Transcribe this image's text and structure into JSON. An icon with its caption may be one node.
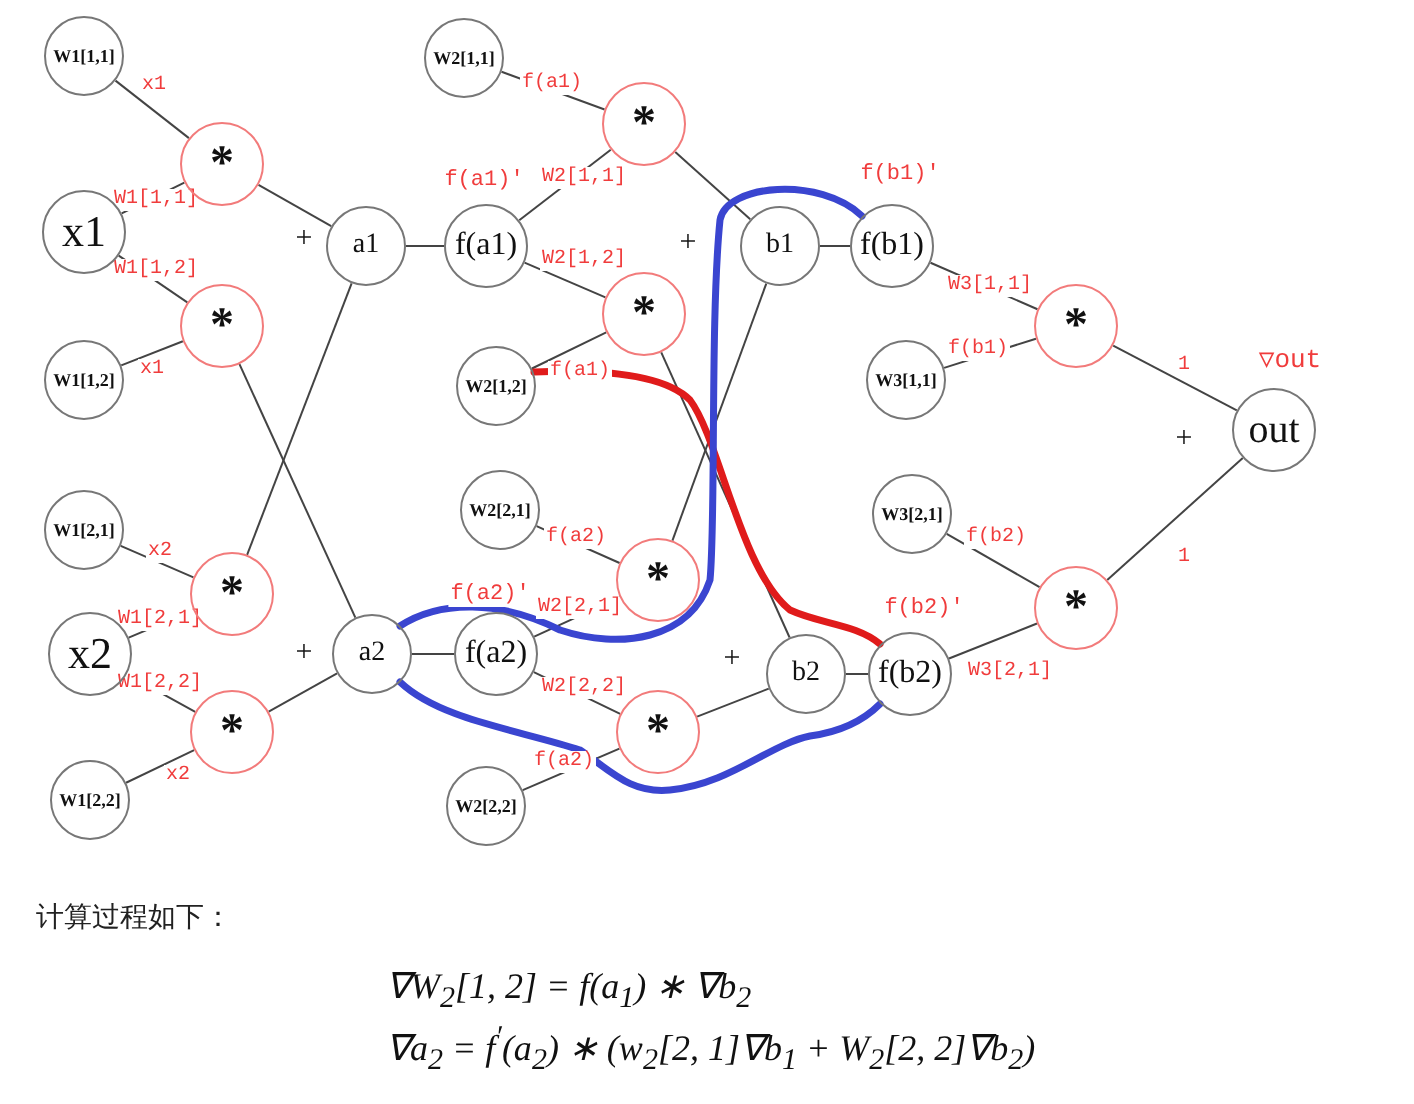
{
  "diagram": {
    "nodes": [
      {
        "text": [
          "W1[1,1]"
        ]
      },
      {
        "text": [
          "x1"
        ]
      },
      {
        "text": [
          "W1[1,2]"
        ]
      },
      {
        "text": [
          "W1[2,1]"
        ]
      },
      {
        "text": [
          "x2"
        ]
      },
      {
        "text": [
          "W1[2,2]"
        ]
      },
      {
        "text": [
          "*"
        ]
      },
      {
        "text": [
          "*"
        ]
      },
      {
        "text": [
          "*"
        ]
      },
      {
        "text": [
          "*"
        ]
      },
      {
        "text": [
          "a1"
        ]
      },
      {
        "text": [
          "a2"
        ]
      },
      {
        "text": [
          "W2[1,1]"
        ]
      },
      {
        "text": [
          "f(a1)"
        ],
        "beside": [
          "f(a1)'"
        ]
      },
      {
        "text": [
          "W2[1,2]"
        ]
      },
      {
        "text": [
          "W2[2,1]"
        ]
      },
      {
        "text": [
          "f(a2)"
        ],
        "beside": [
          "f(a2)'"
        ]
      },
      {
        "text": [
          "W2[2,2]"
        ]
      },
      {
        "text": [
          "*"
        ]
      },
      {
        "text": [
          "*"
        ]
      },
      {
        "text": [
          "*"
        ]
      },
      {
        "text": [
          "*"
        ]
      },
      {
        "text": [
          "b1"
        ]
      },
      {
        "text": [
          "b2"
        ]
      },
      {
        "text": [
          "f(b1)"
        ],
        "beside": [
          "f(b1)'"
        ]
      },
      {
        "text": [
          "W3[1,1]"
        ]
      },
      {
        "text": [
          "f(b2)"
        ],
        "beside": [
          "f(b2)'"
        ]
      },
      {
        "text": [
          "W3[2,1]"
        ]
      },
      {
        "text": [
          "*"
        ]
      },
      {
        "text": [
          "*"
        ]
      },
      {
        "text": [
          "out"
        ],
        "beside": [
          "▽out"
        ]
      }
    ],
    "edges": [
      {
        "from": 0,
        "to": 6,
        "arrow": "none",
        "label": "x1"
      },
      {
        "from": 1,
        "to": 6,
        "arrow": "none",
        "label": "W1[1,1]"
      },
      {
        "from": 1,
        "to": 7,
        "arrow": "none",
        "label": "W1[1,2]"
      },
      {
        "from": 2,
        "to": 7,
        "arrow": "none",
        "label": "x1"
      },
      {
        "from": 6,
        "to": 10,
        "arrow": "none"
      },
      {
        "from": 8,
        "to": 10,
        "arrow": "none"
      },
      {
        "from": 7,
        "to": 11,
        "arrow": "none"
      },
      {
        "from": 3,
        "to": 8,
        "arrow": "none",
        "label": "x2"
      },
      {
        "from": 4,
        "to": 8,
        "arrow": "none",
        "label": "W1[2,1]"
      },
      {
        "from": 4,
        "to": 9,
        "arrow": "none",
        "label": "W1[2,2]"
      },
      {
        "from": 5,
        "to": 9,
        "arrow": "none",
        "label": "x2"
      },
      {
        "from": 9,
        "to": 11,
        "arrow": "none"
      },
      {
        "from": 10,
        "to": 13,
        "arrow": "none"
      },
      {
        "from": 11,
        "to": 16,
        "arrow": "none"
      },
      {
        "from": 12,
        "to": 18,
        "arrow": "none",
        "label": "f(a1)"
      },
      {
        "from": 13,
        "to": 18,
        "arrow": "none",
        "label": "W2[1,1]"
      },
      {
        "from": 13,
        "to": 19,
        "arrow": "none",
        "label": "W2[1,2]"
      },
      {
        "from": 14,
        "to": 19,
        "arrow": "none",
        "label": "f(a1)"
      },
      {
        "from": 15,
        "to": 20,
        "arrow": "none",
        "label": "f(a2)"
      },
      {
        "from": 16,
        "to": 20,
        "arrow": "none",
        "label": "W2[2,1]"
      },
      {
        "from": 16,
        "to": 21,
        "arrow": "none",
        "label": "W2[2,2]"
      },
      {
        "from": 17,
        "to": 21,
        "arrow": "none",
        "label": "f(a2)"
      },
      {
        "from": 18,
        "to": 22,
        "arrow": "none"
      },
      {
        "from": 20,
        "to": 22,
        "arrow": "none"
      },
      {
        "from": 19,
        "to": 23,
        "arrow": "none"
      },
      {
        "from": 21,
        "to": 23,
        "arrow": "none"
      },
      {
        "from": 22,
        "to": 24,
        "arrow": "none"
      },
      {
        "from": 23,
        "to": 26,
        "arrow": "none"
      },
      {
        "from": 24,
        "to": 28,
        "arrow": "none",
        "label": "W3[1,1]"
      },
      {
        "from": 25,
        "to": 28,
        "arrow": "none",
        "label": "f(b1)"
      },
      {
        "from": 27,
        "to": 29,
        "arrow": "none",
        "label": "f(b2)"
      },
      {
        "from": 26,
        "to": 29,
        "arrow": "none",
        "label": "W3[2,1]"
      },
      {
        "from": 28,
        "to": 30,
        "arrow": "none",
        "label": "1"
      },
      {
        "from": 29,
        "to": 30,
        "arrow": "none",
        "label": "1"
      },
      {
        "from": 14,
        "to": 26,
        "arrow": "none",
        "style": "thick",
        "color": "#e01b1b"
      },
      {
        "from": 11,
        "to": 24,
        "arrow": "none",
        "style": "thick",
        "color": "#3a45d0"
      },
      {
        "from": 11,
        "to": 26,
        "arrow": "none",
        "style": "thick",
        "color": "#3a45d0"
      }
    ],
    "labels": [
      "+",
      "+",
      "+",
      "+",
      "+",
      "计算过程如下：",
      "∇W$_{2}$[1, 2] = f(a$_{1}$) ∗ ∇b$_{2}$",
      "∇a$_{2}$ = f$^{′}$(a$_{2}$) ∗ (w$_{2}$[2, 1]∇b$_{1}$ + W$_{2}$[2, 2]∇b$_{2}$)"
    ]
  }
}
